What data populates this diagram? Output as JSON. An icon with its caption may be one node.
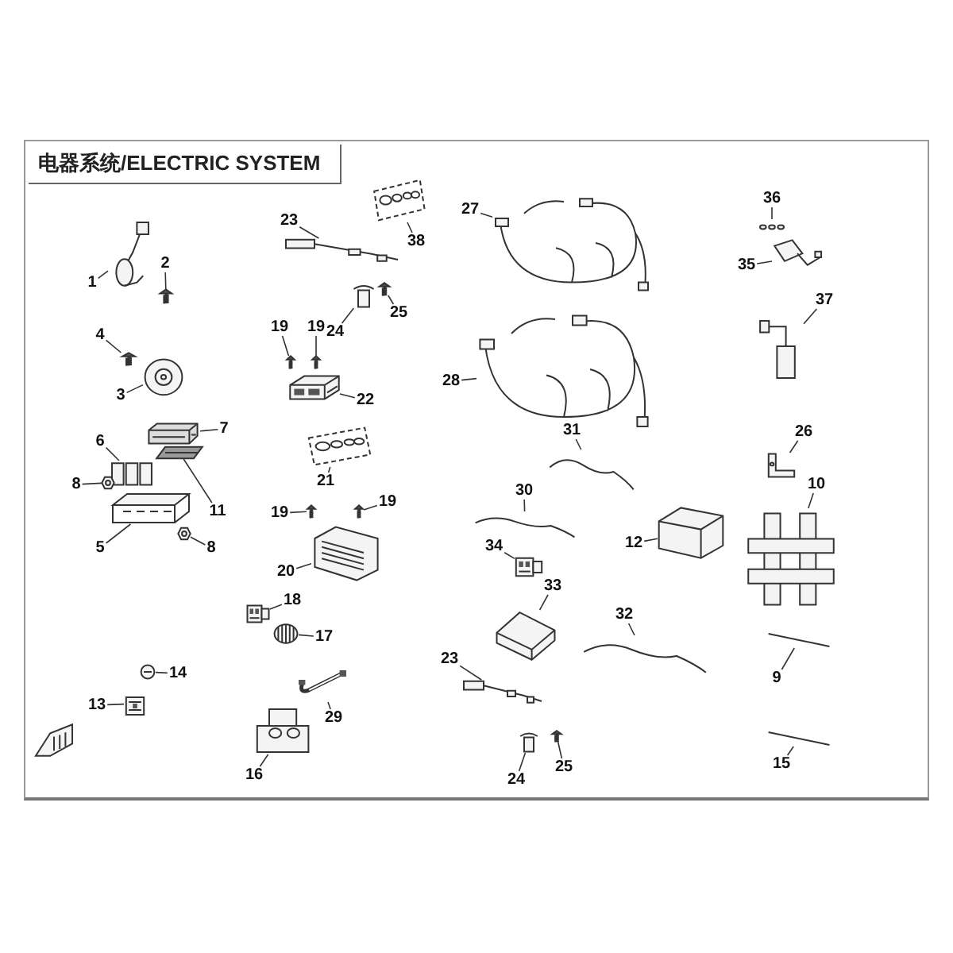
{
  "diagram": {
    "title": "电器系统/ELECTRIC SYSTEM",
    "nodes": [
      {
        "text": [
          "1"
        ]
      },
      {
        "text": [],
        "shape": "picture"
      },
      {
        "text": [
          "2"
        ]
      },
      {
        "text": [],
        "shape": "picture"
      },
      {
        "text": [
          "4"
        ]
      },
      {
        "text": [],
        "shape": "picture"
      },
      {
        "text": [
          "3"
        ]
      },
      {
        "text": [],
        "shape": "picture"
      },
      {
        "text": [
          "6"
        ]
      },
      {
        "text": [],
        "shape": "picture"
      },
      {
        "text": [
          "7"
        ]
      },
      {
        "text": [],
        "shape": "picture"
      },
      {
        "text": [
          "8"
        ]
      },
      {
        "text": [],
        "shape": "picture"
      },
      {
        "text": [
          "11"
        ]
      },
      {
        "text": [],
        "shape": "picture"
      },
      {
        "text": [
          "8"
        ]
      },
      {
        "text": [],
        "shape": "picture"
      },
      {
        "text": [
          "5"
        ]
      },
      {
        "text": [],
        "shape": "picture"
      },
      {
        "text": [
          "23"
        ]
      },
      {
        "text": [],
        "shape": "picture"
      },
      {
        "text": [
          "38"
        ]
      },
      {
        "text": [],
        "shape": "picture"
      },
      {
        "text": [
          "24"
        ]
      },
      {
        "text": [],
        "shape": "picture"
      },
      {
        "text": [
          "25"
        ]
      },
      {
        "text": [],
        "shape": "picture"
      },
      {
        "text": [
          "19"
        ]
      },
      {
        "text": [],
        "shape": "picture"
      },
      {
        "text": [
          "19"
        ]
      },
      {
        "text": [],
        "shape": "picture"
      },
      {
        "text": [
          "22"
        ]
      },
      {
        "text": [],
        "shape": "picture"
      },
      {
        "text": [
          "21"
        ]
      },
      {
        "text": [],
        "shape": "picture"
      },
      {
        "text": [
          "19"
        ]
      },
      {
        "text": [],
        "shape": "picture"
      },
      {
        "text": [
          "19"
        ]
      },
      {
        "text": [],
        "shape": "picture"
      },
      {
        "text": [
          "20"
        ]
      },
      {
        "text": [],
        "shape": "picture"
      },
      {
        "text": [
          "18"
        ]
      },
      {
        "text": [],
        "shape": "picture"
      },
      {
        "text": [
          "17"
        ]
      },
      {
        "text": [],
        "shape": "picture"
      },
      {
        "text": [
          "14"
        ]
      },
      {
        "text": [],
        "shape": "picture"
      },
      {
        "text": [
          "13"
        ]
      },
      {
        "text": [],
        "shape": "picture"
      },
      {
        "text": [
          "29"
        ]
      },
      {
        "text": [],
        "shape": "picture"
      },
      {
        "text": [
          "16"
        ]
      },
      {
        "text": [],
        "shape": "picture"
      },
      {
        "text": [
          "27"
        ]
      },
      {
        "text": [],
        "shape": "picture"
      },
      {
        "text": [
          "28"
        ]
      },
      {
        "text": [],
        "shape": "picture"
      },
      {
        "text": [
          "31"
        ]
      },
      {
        "text": [],
        "shape": "picture"
      },
      {
        "text": [
          "30"
        ]
      },
      {
        "text": [],
        "shape": "picture"
      },
      {
        "text": [
          "34"
        ]
      },
      {
        "text": [],
        "shape": "picture"
      },
      {
        "text": [
          "12"
        ]
      },
      {
        "text": [],
        "shape": "picture"
      },
      {
        "text": [
          "33"
        ]
      },
      {
        "text": [],
        "shape": "picture"
      },
      {
        "text": [
          "32"
        ]
      },
      {
        "text": [],
        "shape": "picture"
      },
      {
        "text": [
          "23"
        ]
      },
      {
        "text": [],
        "shape": "picture"
      },
      {
        "text": [
          "24"
        ]
      },
      {
        "text": [],
        "shape": "picture"
      },
      {
        "text": [
          "25"
        ]
      },
      {
        "text": [],
        "shape": "picture"
      },
      {
        "text": [
          "36"
        ]
      },
      {
        "text": [],
        "shape": "picture"
      },
      {
        "text": [
          "35"
        ]
      },
      {
        "text": [],
        "shape": "picture"
      },
      {
        "text": [
          "37"
        ]
      },
      {
        "text": [],
        "shape": "picture"
      },
      {
        "text": [
          "26"
        ]
      },
      {
        "text": [],
        "shape": "picture"
      },
      {
        "text": [
          "10"
        ]
      },
      {
        "text": [],
        "shape": "picture"
      },
      {
        "text": [
          "9"
        ]
      },
      {
        "text": [],
        "shape": "picture"
      },
      {
        "text": [
          "15"
        ]
      },
      {
        "text": [],
        "shape": "picture"
      }
    ],
    "edges": [
      {
        "from": 0,
        "to": 1,
        "arrow": "none"
      },
      {
        "from": 2,
        "to": 3,
        "arrow": "none"
      },
      {
        "from": 4,
        "to": 5,
        "arrow": "none"
      },
      {
        "from": 6,
        "to": 7,
        "arrow": "none"
      },
      {
        "from": 8,
        "to": 9,
        "arrow": "none"
      },
      {
        "from": 10,
        "to": 11,
        "arrow": "none"
      },
      {
        "from": 12,
        "to": 13,
        "arrow": "none"
      },
      {
        "from": 14,
        "to": 15,
        "arrow": "none"
      },
      {
        "from": 16,
        "to": 17,
        "arrow": "none"
      },
      {
        "from": 18,
        "to": 19,
        "arrow": "none"
      },
      {
        "from": 20,
        "to": 21,
        "arrow": "none"
      },
      {
        "from": 22,
        "to": 23,
        "arrow": "none"
      },
      {
        "from": 24,
        "to": 25,
        "arrow": "none"
      },
      {
        "from": 26,
        "to": 27,
        "arrow": "none"
      },
      {
        "from": 28,
        "to": 29,
        "arrow": "none"
      },
      {
        "from": 30,
        "to": 31,
        "arrow": "none"
      },
      {
        "from": 32,
        "to": 33,
        "arrow": "none"
      },
      {
        "from": 34,
        "to": 35,
        "arrow": "none"
      },
      {
        "from": 36,
        "to": 37,
        "arrow": "none"
      },
      {
        "from": 38,
        "to": 39,
        "arrow": "none"
      },
      {
        "from": 40,
        "to": 41,
        "arrow": "none"
      },
      {
        "from": 42,
        "to": 43,
        "arrow": "none"
      },
      {
        "from": 44,
        "to": 45,
        "arrow": "none"
      },
      {
        "from": 46,
        "to": 47,
        "arrow": "none"
      },
      {
        "from": 48,
        "to": 49,
        "arrow": "none"
      },
      {
        "from": 50,
        "to": 51,
        "arrow": "none"
      },
      {
        "from": 52,
        "to": 53,
        "arrow": "none"
      },
      {
        "from": 54,
        "to": 55,
        "arrow": "none"
      },
      {
        "from": 56,
        "to": 57,
        "arrow": "none"
      },
      {
        "from": 58,
        "to": 59,
        "arrow": "none"
      },
      {
        "from": 60,
        "to": 61,
        "arrow": "none"
      },
      {
        "from": 62,
        "to": 63,
        "arrow": "none"
      },
      {
        "from": 64,
        "to": 65,
        "arrow": "none"
      },
      {
        "from": 66,
        "to": 67,
        "arrow": "none"
      },
      {
        "from": 68,
        "to": 69,
        "arrow": "none"
      },
      {
        "from": 70,
        "to": 71,
        "arrow": "none"
      },
      {
        "from": 72,
        "to": 73,
        "arrow": "none"
      },
      {
        "from": 74,
        "to": 75,
        "arrow": "none"
      },
      {
        "from": 76,
        "to": 77,
        "arrow": "none"
      },
      {
        "from": 78,
        "to": 79,
        "arrow": "none"
      },
      {
        "from": 80,
        "to": 81,
        "arrow": "none"
      },
      {
        "from": 82,
        "to": 83,
        "arrow": "none"
      },
      {
        "from": 84,
        "to": 85,
        "arrow": "none"
      },
      {
        "from": 86,
        "to": 87,
        "arrow": "none"
      },
      {
        "from": 88,
        "to": 89,
        "arrow": "none"
      }
    ]
  }
}
